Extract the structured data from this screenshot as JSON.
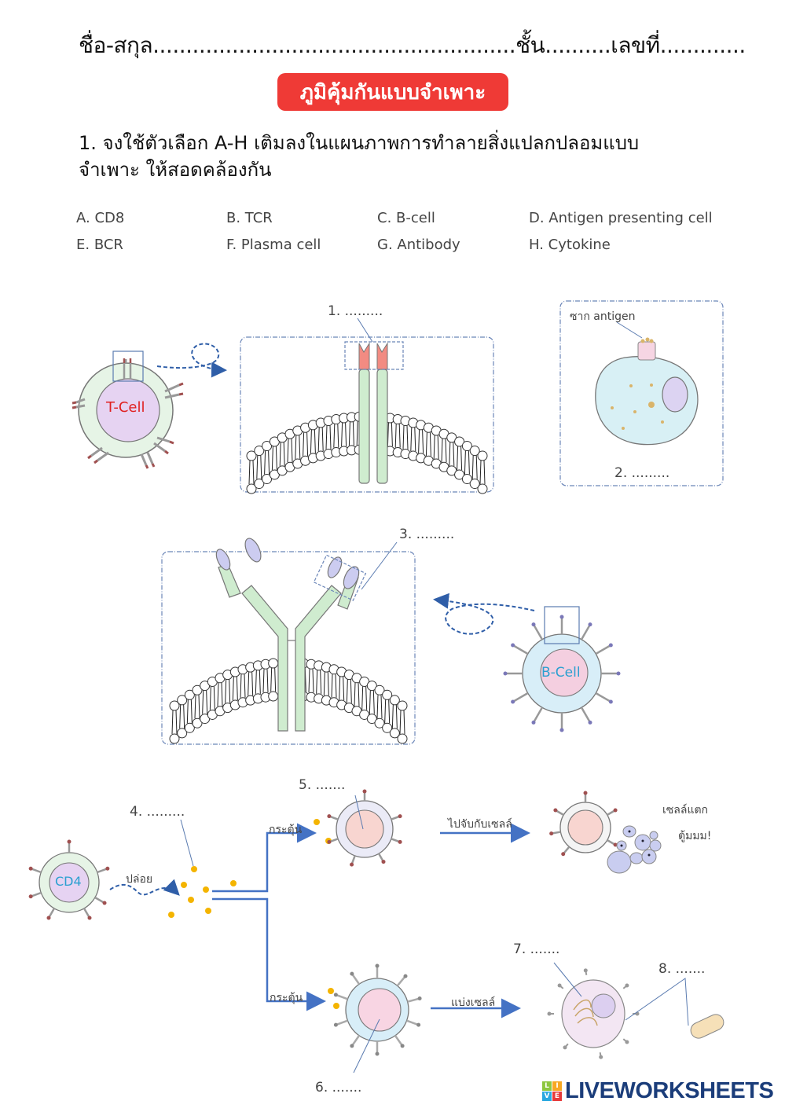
{
  "header": {
    "name_line": "ชื่อ-สกุล.......................................................ชั้น..........เลขที่.............",
    "title": "ภูมิคุ้มกันแบบจำเพาะ",
    "title_color": "#ef3a36"
  },
  "question": {
    "text_line1": "1. จงใช้ตัวเลือก A-H เติมลงในแผนภาพการทำลายสิ่งแปลกปลอมแบบ",
    "text_line2": "จำเพาะ ให้สอดคล้องกัน"
  },
  "options": [
    {
      "label": "A. CD8"
    },
    {
      "label": "B. TCR"
    },
    {
      "label": "C. B-cell"
    },
    {
      "label": "D. Antigen presenting cell"
    },
    {
      "label": "E. BCR"
    },
    {
      "label": "F. Plasma cell"
    },
    {
      "label": "G. Antibody"
    },
    {
      "label": "H. Cytokine"
    }
  ],
  "diagram": {
    "tcell_label": "T-Cell",
    "bcell_label": "B-Cell",
    "cd4_label": "CD4",
    "antigen_fragment_label": "ซาก antigen",
    "release_label": "ปล่อย",
    "stimulate_label_1": "กระตุ้น",
    "stimulate_label_2": "กระตุ้น",
    "bind_label": "ไปจับกับเซลล์",
    "divide_label": "แบ่งเซลล์",
    "burst_label_1": "เซลล์แตก",
    "burst_label_2": "ตู้มมม!",
    "blanks": {
      "b1": "1. .........",
      "b2": "2. .........",
      "b3": "3. .........",
      "b4": "4. .........",
      "b5": "5. .......",
      "b6": "6. .......",
      "b7": "7. .......",
      "b8": "8. ......."
    }
  },
  "footer": {
    "brand": "LIVEWORKSHEETS",
    "logo_letters": [
      "L",
      "I",
      "V",
      "E"
    ],
    "logo_colors": [
      "#8dc63f",
      "#f7a823",
      "#29a8e0",
      "#e63b3b"
    ],
    "brand_color": "#1b3d7a"
  }
}
